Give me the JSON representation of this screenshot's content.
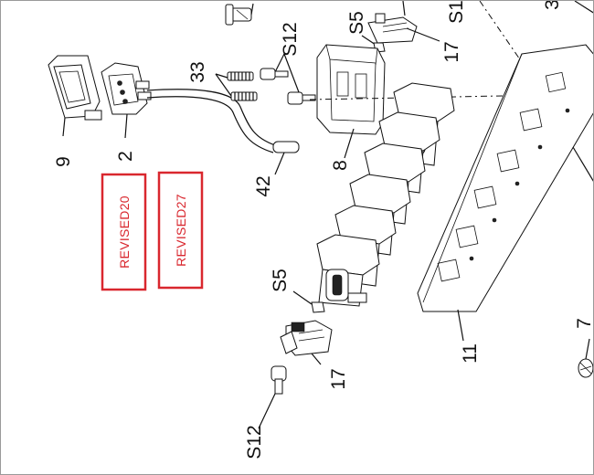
{
  "labels": {
    "s12_top": "S12",
    "s5_top": "S5",
    "s1_top": "S1",
    "p17_top": "17",
    "p33": "33",
    "p9": "9",
    "p2": "2",
    "p8": "8",
    "p42": "42",
    "s5_mid": "S5",
    "p17_bottom": "17",
    "s12_bottom": "S12",
    "p11": "11",
    "p7": "7",
    "p3_top": "3"
  },
  "stamps": {
    "rev20": "REVISED20",
    "rev27": "REVISED27"
  },
  "colors": {
    "stamp_red": "#d9272e",
    "ink": "#111111"
  }
}
